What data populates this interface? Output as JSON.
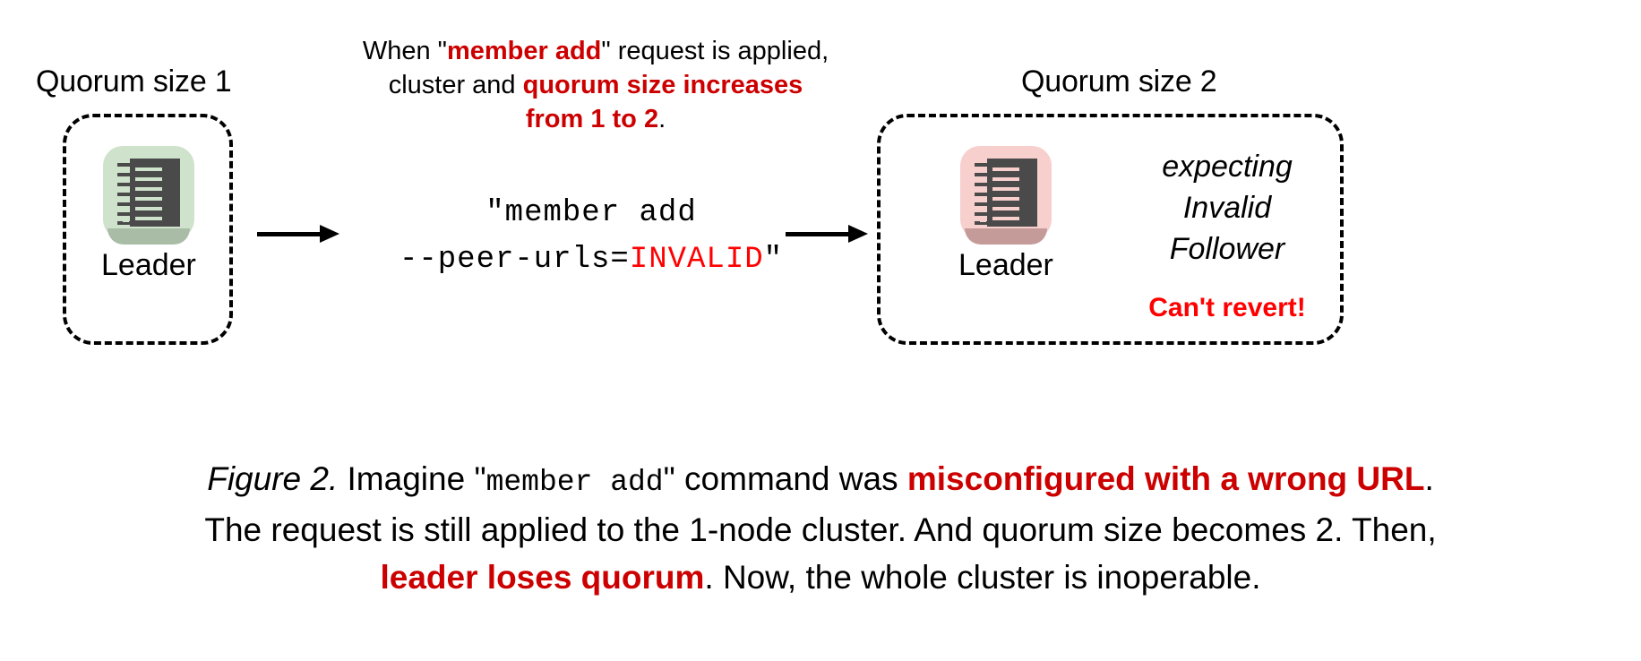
{
  "figure": {
    "top_note": {
      "line1_a": "When \"",
      "line1_b": "member add",
      "line1_c": "\" request is applied,",
      "line2_a": "cluster and ",
      "line2_b": "quorum size increases",
      "line3_b": "from 1 to 2",
      "line3_c": "."
    },
    "command": {
      "line1": "\"member add",
      "line2_a": "--peer-urls=",
      "line2_b": "INVALID",
      "line2_c": "\""
    },
    "left_cluster": {
      "caption": "Quorum size 1",
      "node_label": "Leader",
      "icon_color": "#CFE3CC",
      "icon_shadow": "#A9BDA6",
      "icon_name": "server-rack-icon"
    },
    "right_cluster": {
      "caption": "Quorum size 2",
      "node_label": "Leader",
      "icon_color": "#F7CFCD",
      "icon_shadow": "#C59B99",
      "icon_name": "server-rack-icon",
      "expecting_line1": "expecting",
      "expecting_line2": "Invalid",
      "expecting_line3": "Follower",
      "warning": "Can't revert!"
    },
    "arrows": {
      "first": "arrow-right",
      "second": "arrow-right"
    },
    "caption": {
      "label": "Figure 2.",
      "seg1": " Imagine \"",
      "mono1": "member add",
      "seg2": "\" command was ",
      "bold1": "misconfigured with a wrong URL",
      "seg3": ".",
      "line2": "The request is still applied to the 1-node cluster. And quorum size becomes 2. Then,",
      "bold2": "leader loses quorum",
      "seg4": ". Now, the whole cluster is inoperable."
    },
    "colors": {
      "red_dark": "#CC0000",
      "red_bright": "#FF0000",
      "rack_body": "#4A4A4A",
      "background": "#FFFFFF"
    }
  }
}
